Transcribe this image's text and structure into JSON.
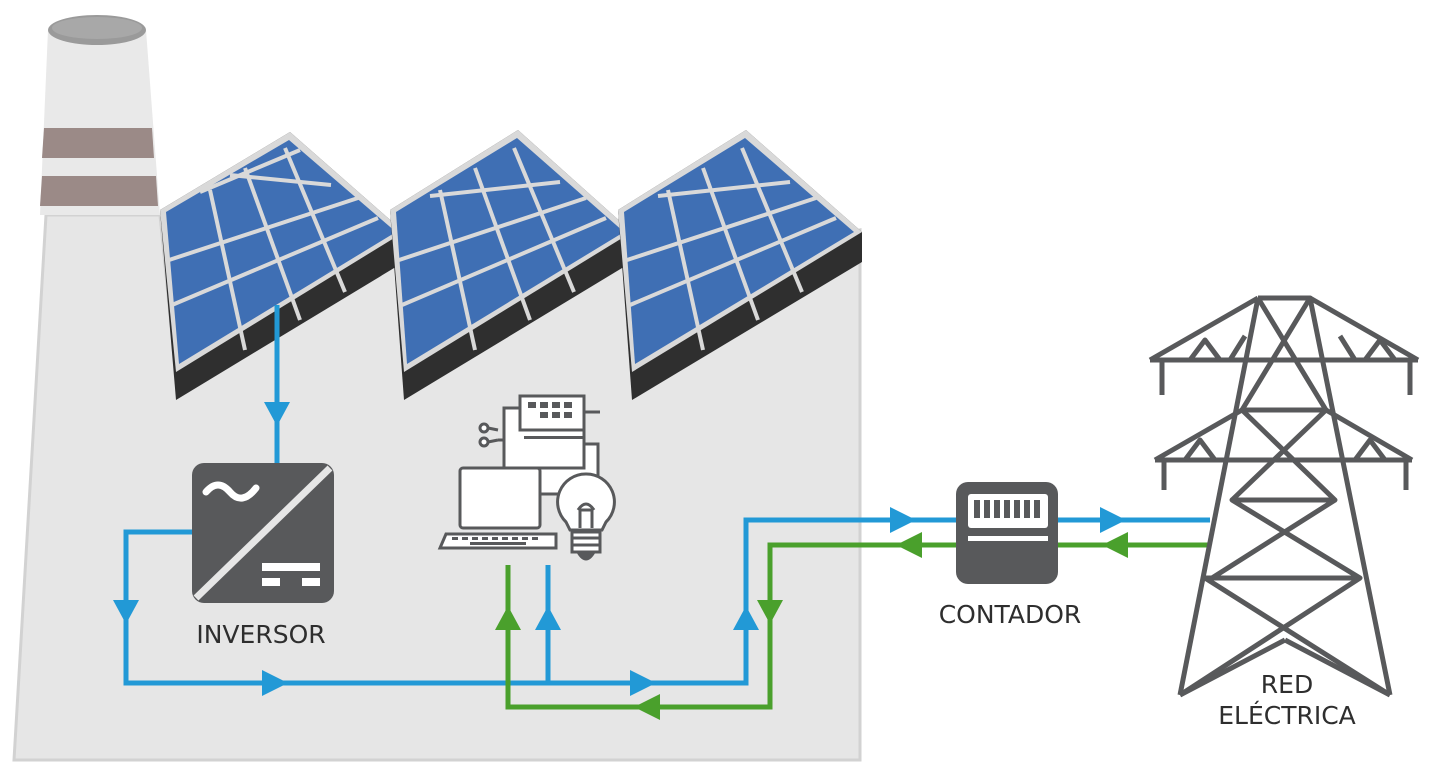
{
  "labels": {
    "inverter": "INVERSOR",
    "meter": "CONTADOR",
    "grid_line1": "RED",
    "grid_line2": "ELÉCTRICA"
  },
  "colors": {
    "building": "#e6e6e6",
    "building_edge": "#d2d2d2",
    "chimney": "#e9e9e9",
    "chimney_band": "#9b8a87",
    "panel_blue": "#3f6fb4",
    "panel_frame": "#d9d9d9",
    "roof_dark": "#2f2f2f",
    "device_dark": "#58595b",
    "flow_blue": "#2299d6",
    "flow_green": "#4aa02c",
    "tower": "#58595b"
  },
  "icons": [
    "inverter-icon",
    "office-equipment-icon",
    "laptop-icon",
    "light-bulb-icon",
    "electricity-meter-icon",
    "transmission-tower-icon"
  ]
}
